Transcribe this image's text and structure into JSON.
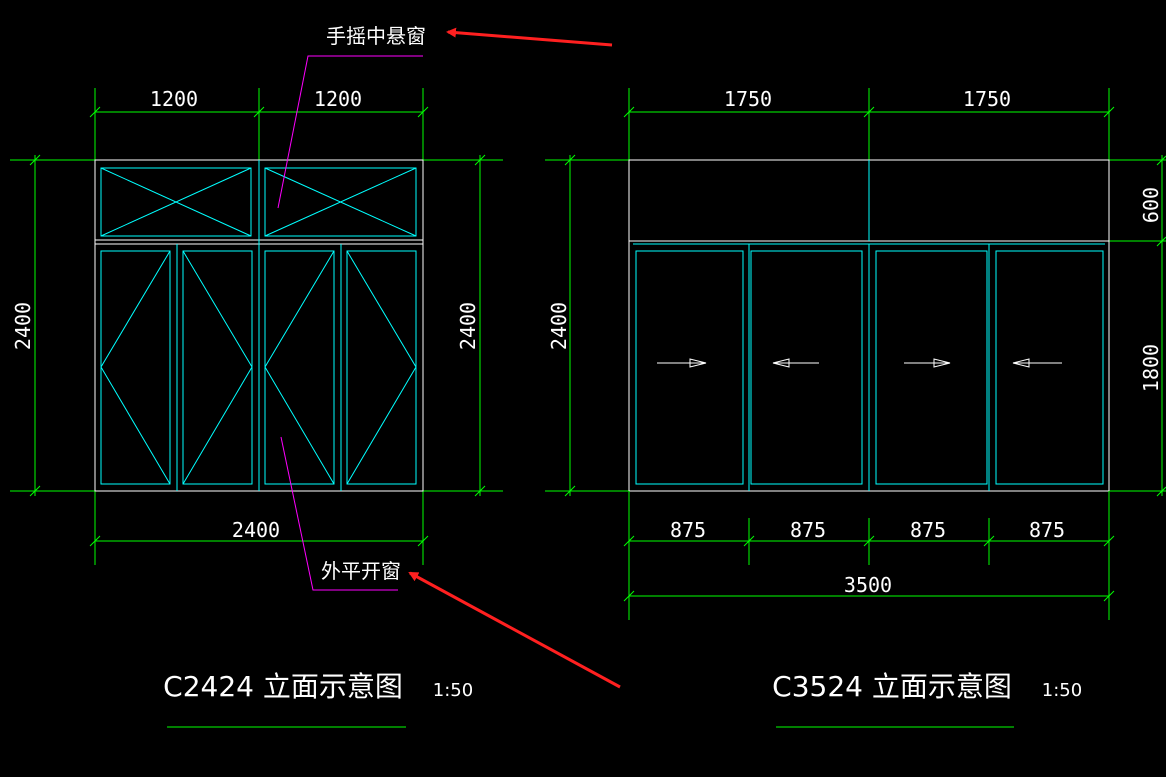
{
  "colors": {
    "background": "#000000",
    "dimension": "#00ff00",
    "frame": "#00ffff",
    "outline": "#ffffff",
    "leader": "#ff00ff",
    "arrow": "#ff2020",
    "text": "#ffffff"
  },
  "annotations": {
    "top_hung": "手摇中悬窗",
    "casement": "外平开窗"
  },
  "left_drawing": {
    "dim_top_left": "1200",
    "dim_top_right": "1200",
    "dim_bottom": "2400",
    "dim_height_left": "2400",
    "dim_height_right": "2400",
    "title": "C2424 立面示意图",
    "scale": "1:50"
  },
  "right_drawing": {
    "dim_top_left": "1750",
    "dim_top_right": "1750",
    "dim_bottom_1": "875",
    "dim_bottom_2": "875",
    "dim_bottom_3": "875",
    "dim_bottom_4": "875",
    "dim_total": "3500",
    "dim_height_left": "2400",
    "dim_upper": "600",
    "dim_lower": "1800",
    "title": "C3524 立面示意图",
    "scale": "1:50"
  }
}
